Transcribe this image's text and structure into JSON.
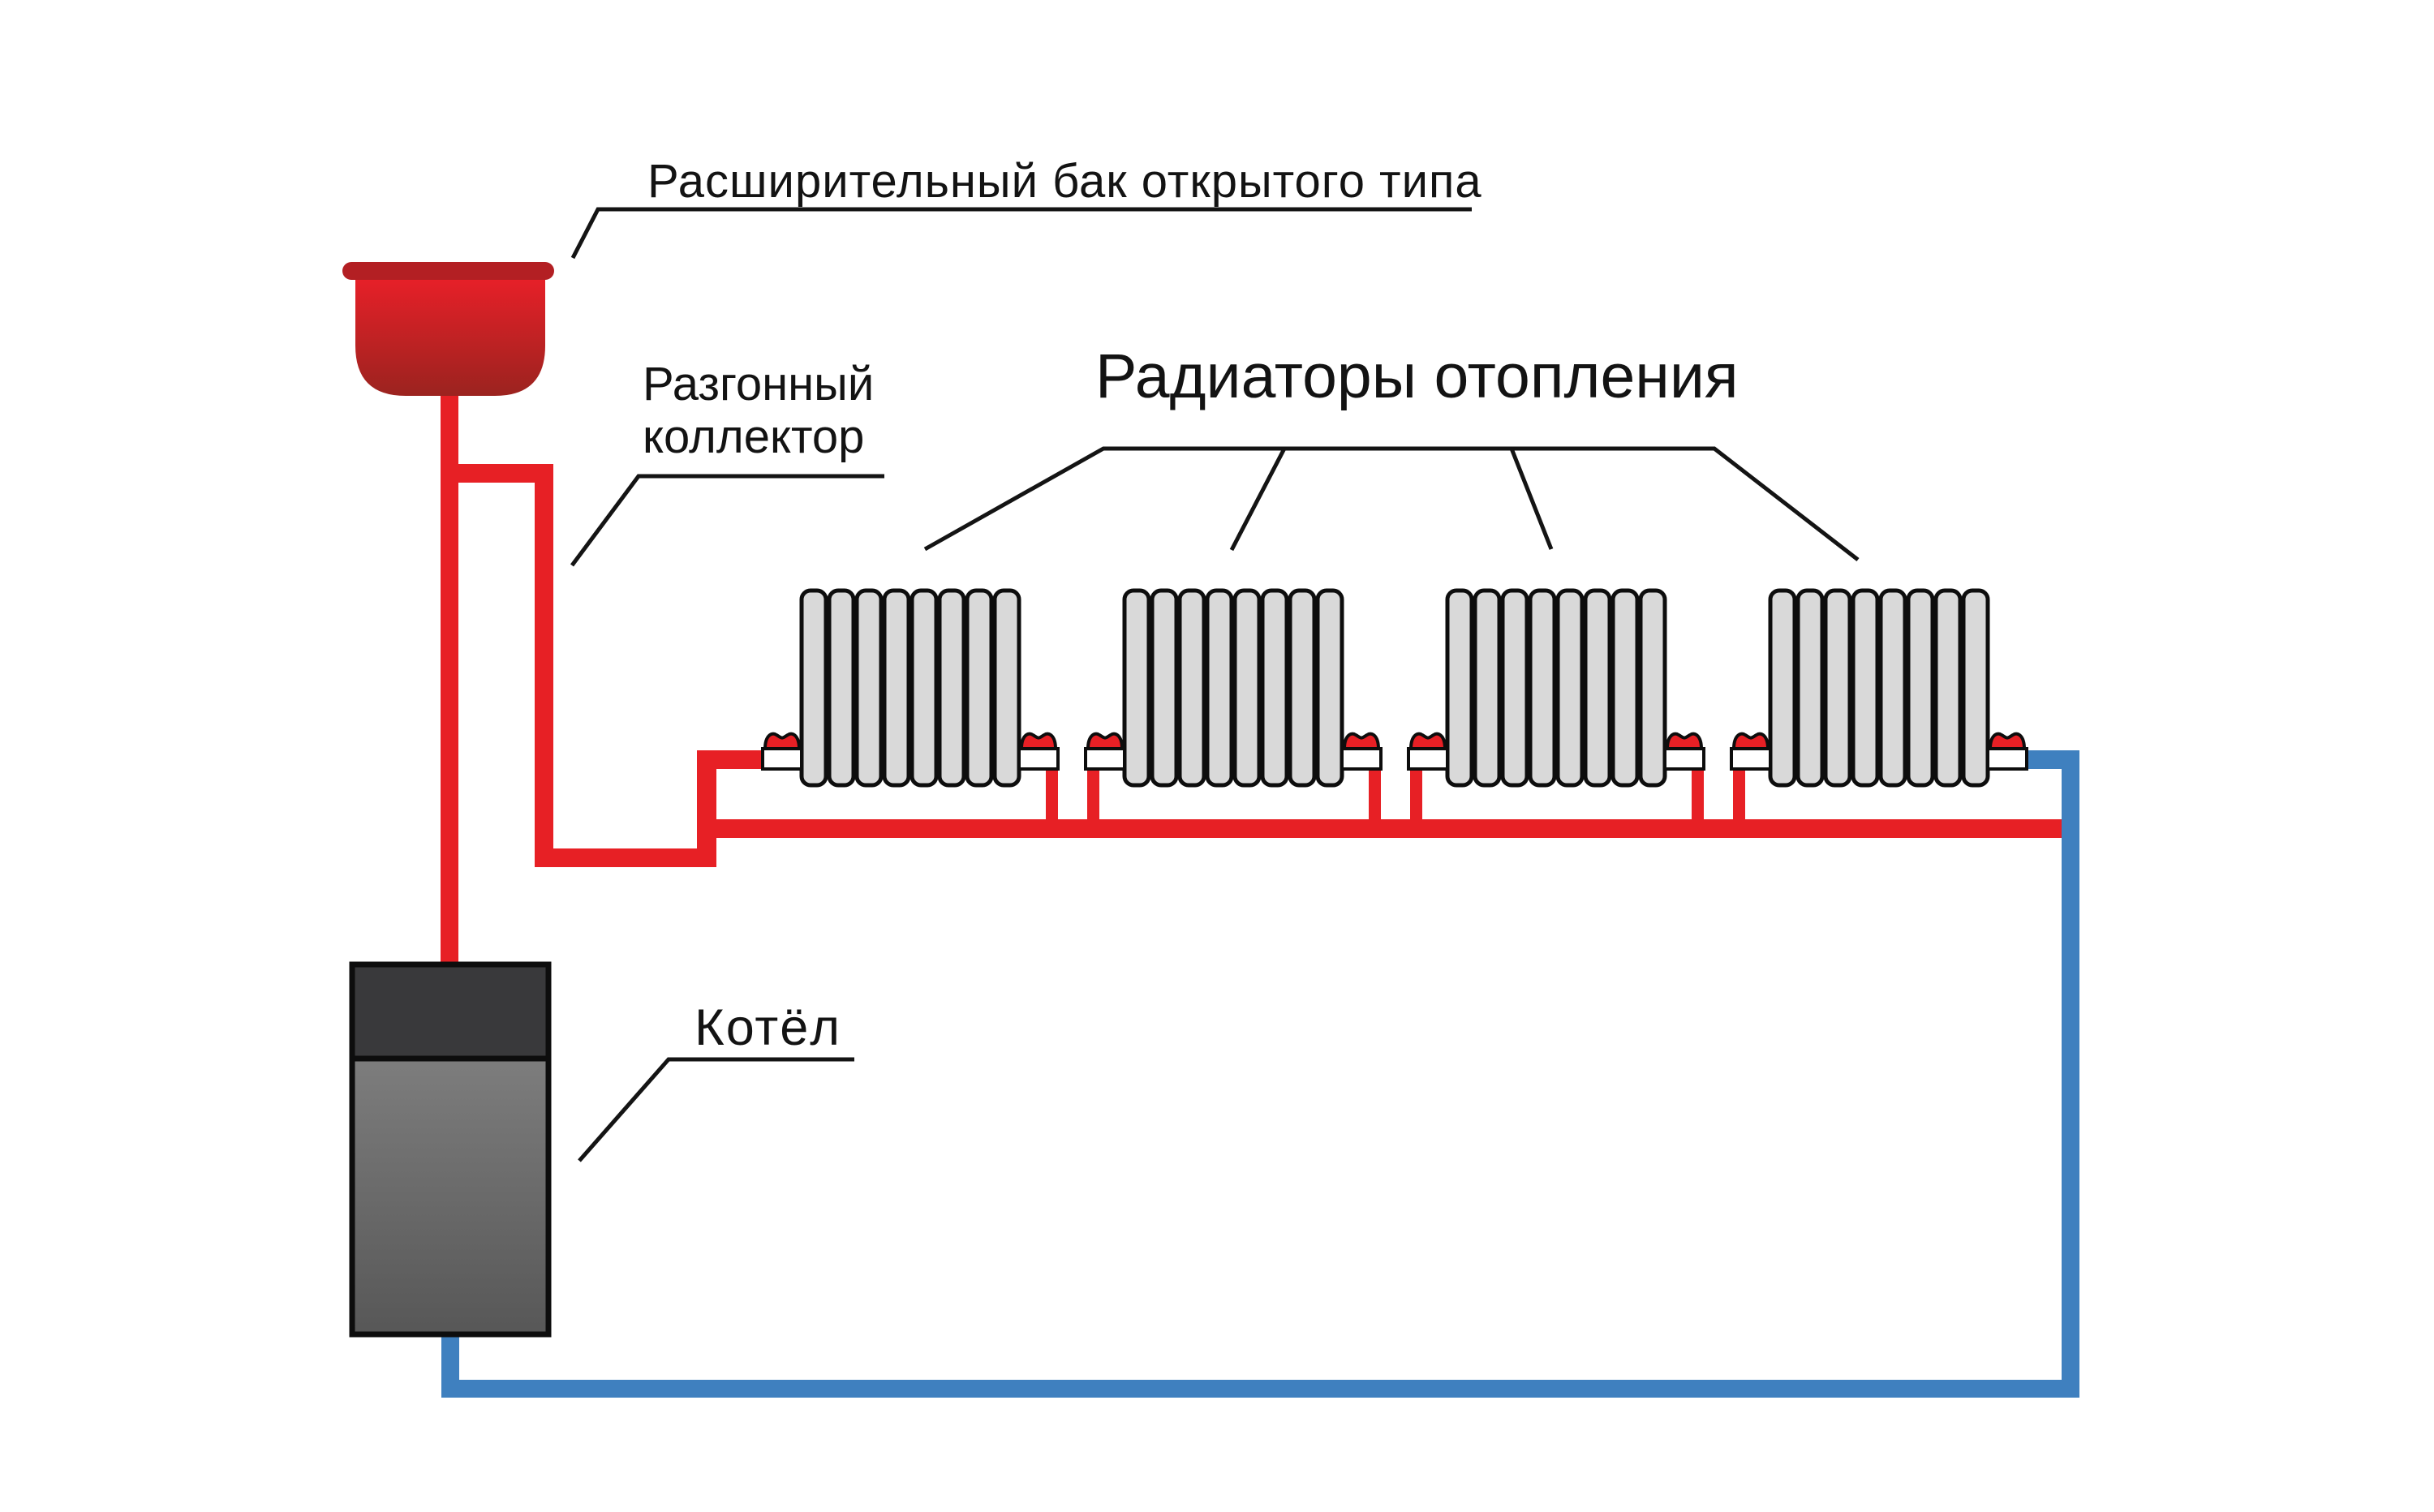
{
  "labels": {
    "expansion_tank": "Расширительный бак открытого типа",
    "collector_line1": "Разгонный",
    "collector_line2": "коллектор",
    "radiators_heading": "Радиаторы отопления",
    "boiler": "Котёл"
  },
  "colors": {
    "supply_pipe_red": "#e72025",
    "return_pipe_blue": "#3f80bf",
    "tank_rim_dark_red": "#b31f23",
    "tank_body_gradient_top": "#e62028",
    "tank_body_gradient_bottom": "#9b231f",
    "valve_handle_red": "#e72025",
    "valve_body_white": "#ffffff",
    "radiator_section_gray": "#d9d9d9",
    "boiler_top_dark": "#39393b",
    "boiler_body_gradient_top": "#8a8a8a",
    "boiler_body_gradient_bottom": "#575757",
    "outline_black": "#0d0d0d",
    "leader_line_black": "#141414",
    "text_black": "#131313",
    "background_white": "#ffffff"
  },
  "diagram": {
    "radiator_count": 4,
    "sections_per_radiator": 8,
    "valve_count": 8
  }
}
